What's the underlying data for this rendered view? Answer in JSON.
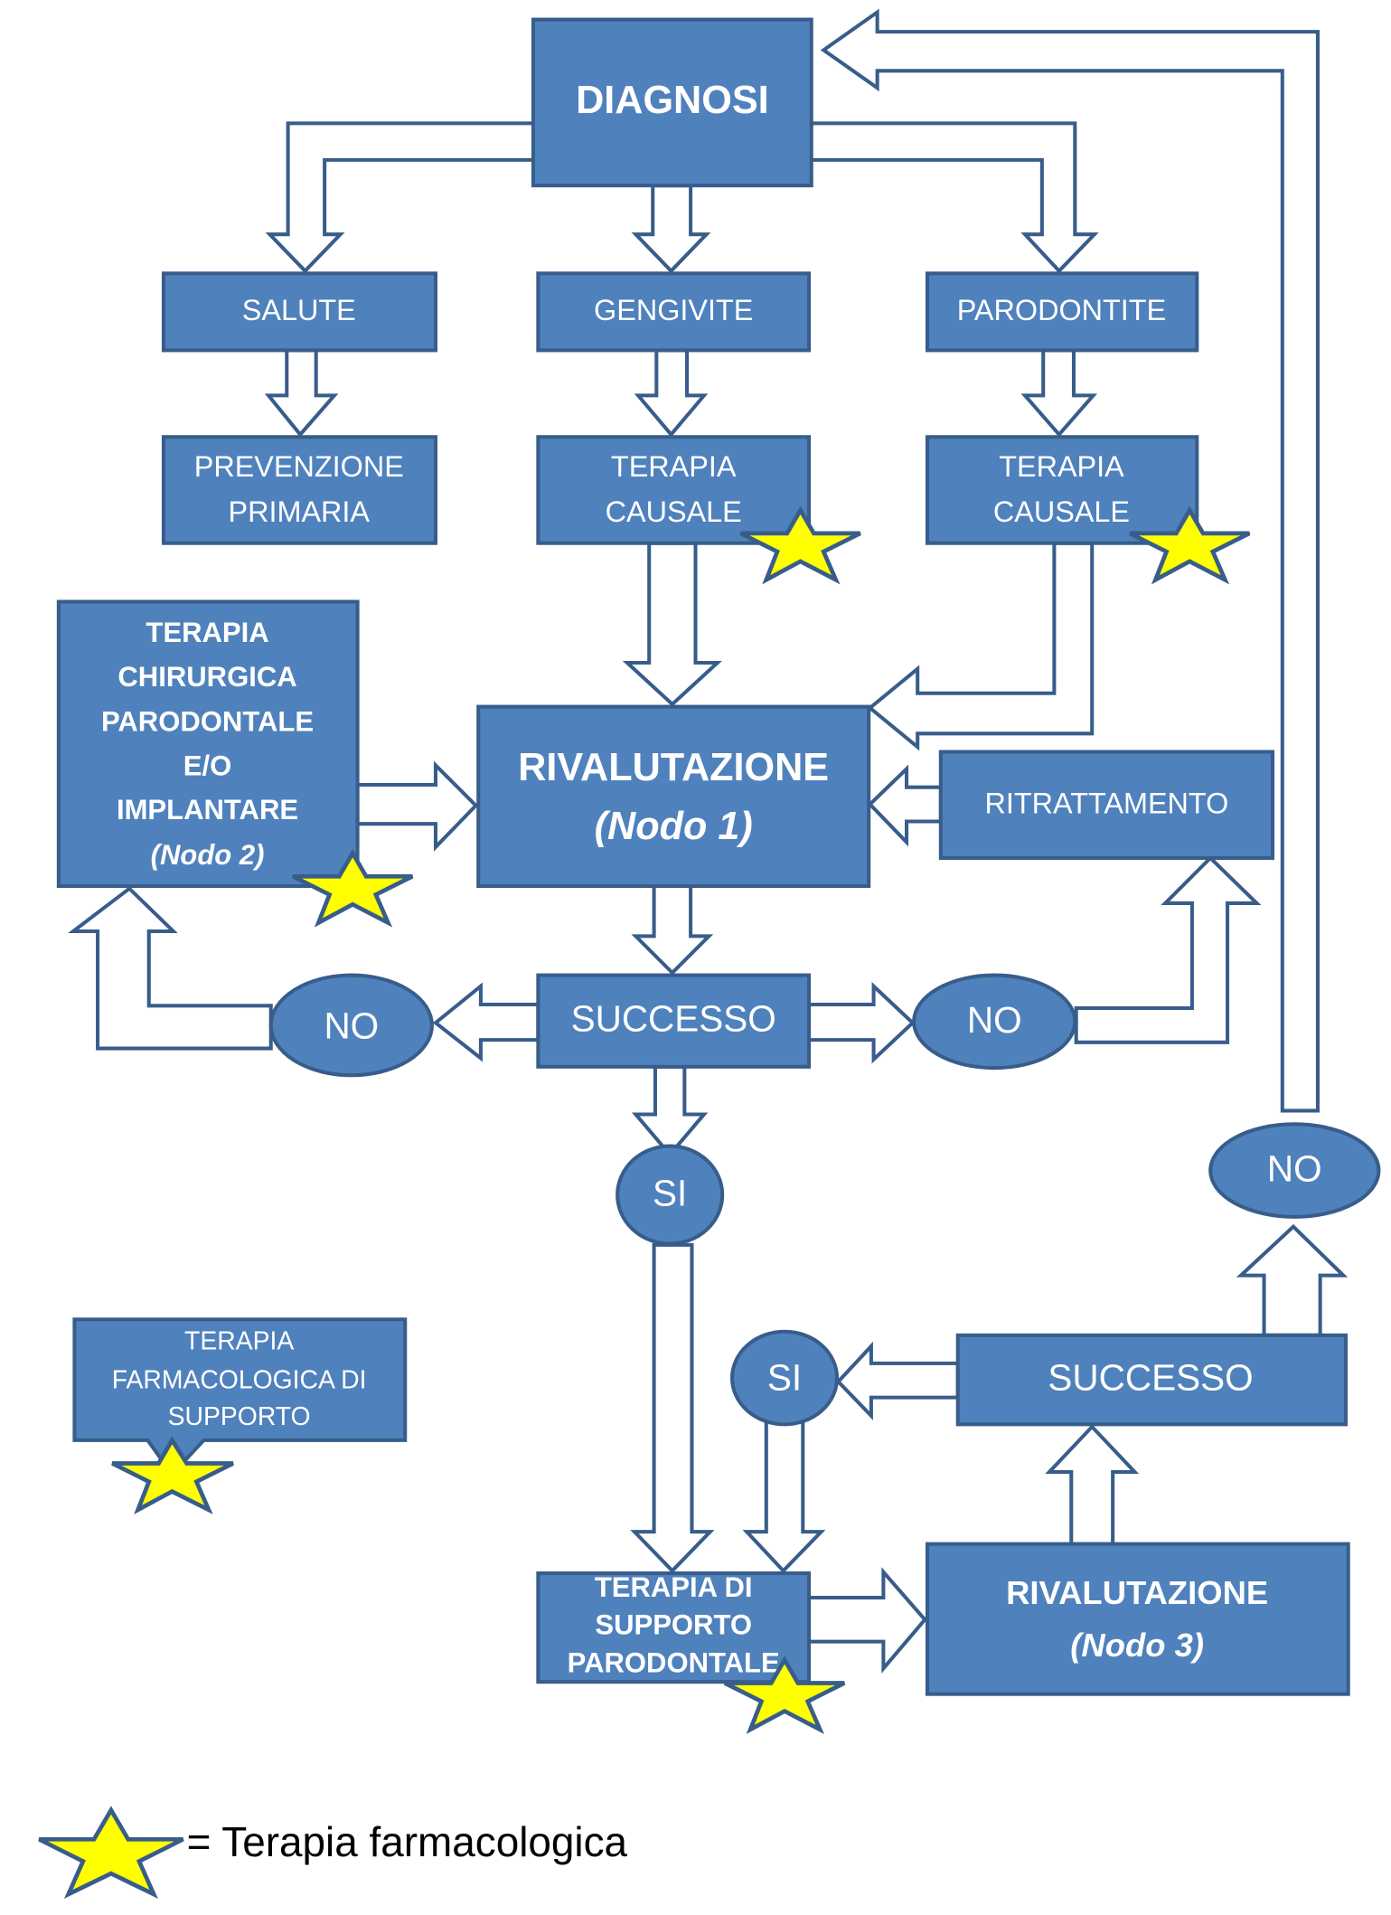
{
  "diagram": {
    "nodes": {
      "diagnosi": "DIAGNOSI",
      "salute": "SALUTE",
      "gengivite": "GENGIVITE",
      "parodontite": "PARODONTITE",
      "prevenzione": [
        "PREVENZIONE",
        "PRIMARIA"
      ],
      "terapia_causale_gengivite": [
        "TERAPIA",
        "CAUSALE"
      ],
      "terapia_causale_parodontite": [
        "TERAPIA",
        "CAUSALE"
      ],
      "terapia_chirurgica": [
        "TERAPIA",
        "CHIRURGICA",
        "PARODONTALE",
        "E/O",
        "IMPLANTARE",
        "(Nodo 2)"
      ],
      "rivalutazione_1": [
        "RIVALUTAZIONE",
        "(Nodo 1)"
      ],
      "ritrattamento": "RITRATTAMENTO",
      "successo_1": "SUCCESSO",
      "no_left": "NO",
      "no_right": "NO",
      "si_1": "SI",
      "no_top_right": "NO",
      "terapia_farmacologica_supporto": [
        "TERAPIA",
        "FARMACOLOGICA DI",
        "SUPPORTO"
      ],
      "si_2": "SI",
      "successo_2": "SUCCESSO",
      "terapia_supporto": [
        "TERAPIA DI",
        "SUPPORTO",
        "PARODONTALE"
      ],
      "rivalutazione_3": [
        "RIVALUTAZIONE",
        "(Nodo 3)"
      ]
    },
    "legend": {
      "icon": "star-icon",
      "text": "= Terapia farmacologica"
    },
    "colors": {
      "box_fill": "#4F81BD",
      "box_border": "#385D8A",
      "star_fill": "#FFFF00",
      "arrow_fill": "#FFFFFF"
    }
  }
}
